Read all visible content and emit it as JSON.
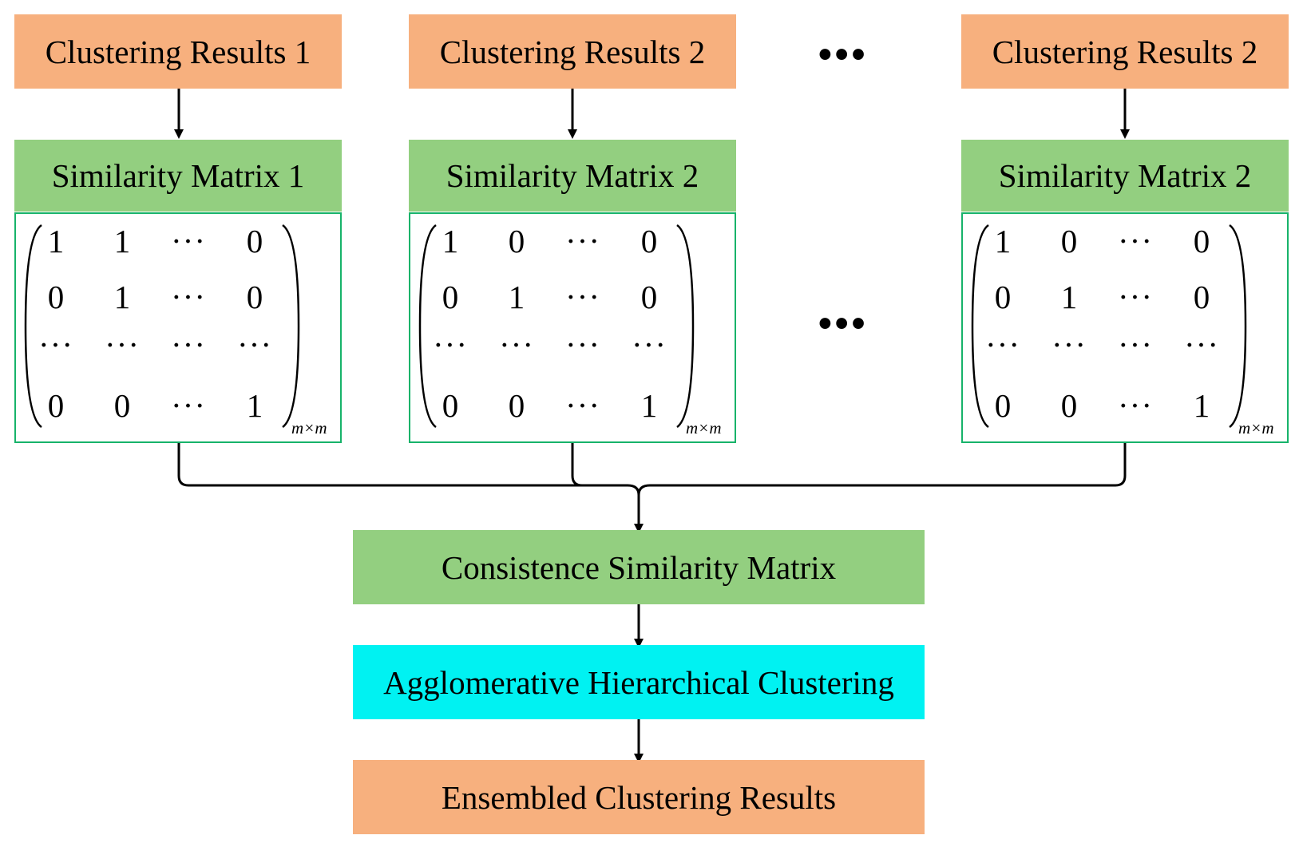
{
  "columns": [
    {
      "result_label": "Clustering Results 1",
      "matrix_title": "Similarity Matrix 1",
      "matrix_rows": [
        [
          "1",
          "1",
          "···",
          "0"
        ],
        [
          "0",
          "1",
          "···",
          "0"
        ],
        [
          "···",
          "···",
          "···",
          "···"
        ],
        [
          "0",
          "0",
          "···",
          "1"
        ]
      ],
      "subscript": "m×m"
    },
    {
      "result_label": "Clustering Results 2",
      "matrix_title": "Similarity Matrix 2",
      "matrix_rows": [
        [
          "1",
          "0",
          "···",
          "0"
        ],
        [
          "0",
          "1",
          "···",
          "0"
        ],
        [
          "···",
          "···",
          "···",
          "···"
        ],
        [
          "0",
          "0",
          "···",
          "1"
        ]
      ],
      "subscript": "m×m"
    },
    {
      "result_label": "Clustering Results 2",
      "matrix_title": "Similarity Matrix 2",
      "matrix_rows": [
        [
          "1",
          "0",
          "···",
          "0"
        ],
        [
          "0",
          "1",
          "···",
          "0"
        ],
        [
          "···",
          "···",
          "···",
          "···"
        ],
        [
          "0",
          "0",
          "···",
          "1"
        ]
      ],
      "subscript": "m×m"
    }
  ],
  "ellipsis": "•••",
  "consistence_label": "Consistence  Similarity Matrix",
  "clustering_label": "Agglomerative Hierarchical Clustering",
  "final_label": "Ensembled Clustering Results",
  "colors": {
    "orange": "#f7b07e",
    "green": "#93cf80",
    "cyan": "#00f2f2",
    "matrix_border": "#17b36a",
    "arrow": "#000000"
  }
}
